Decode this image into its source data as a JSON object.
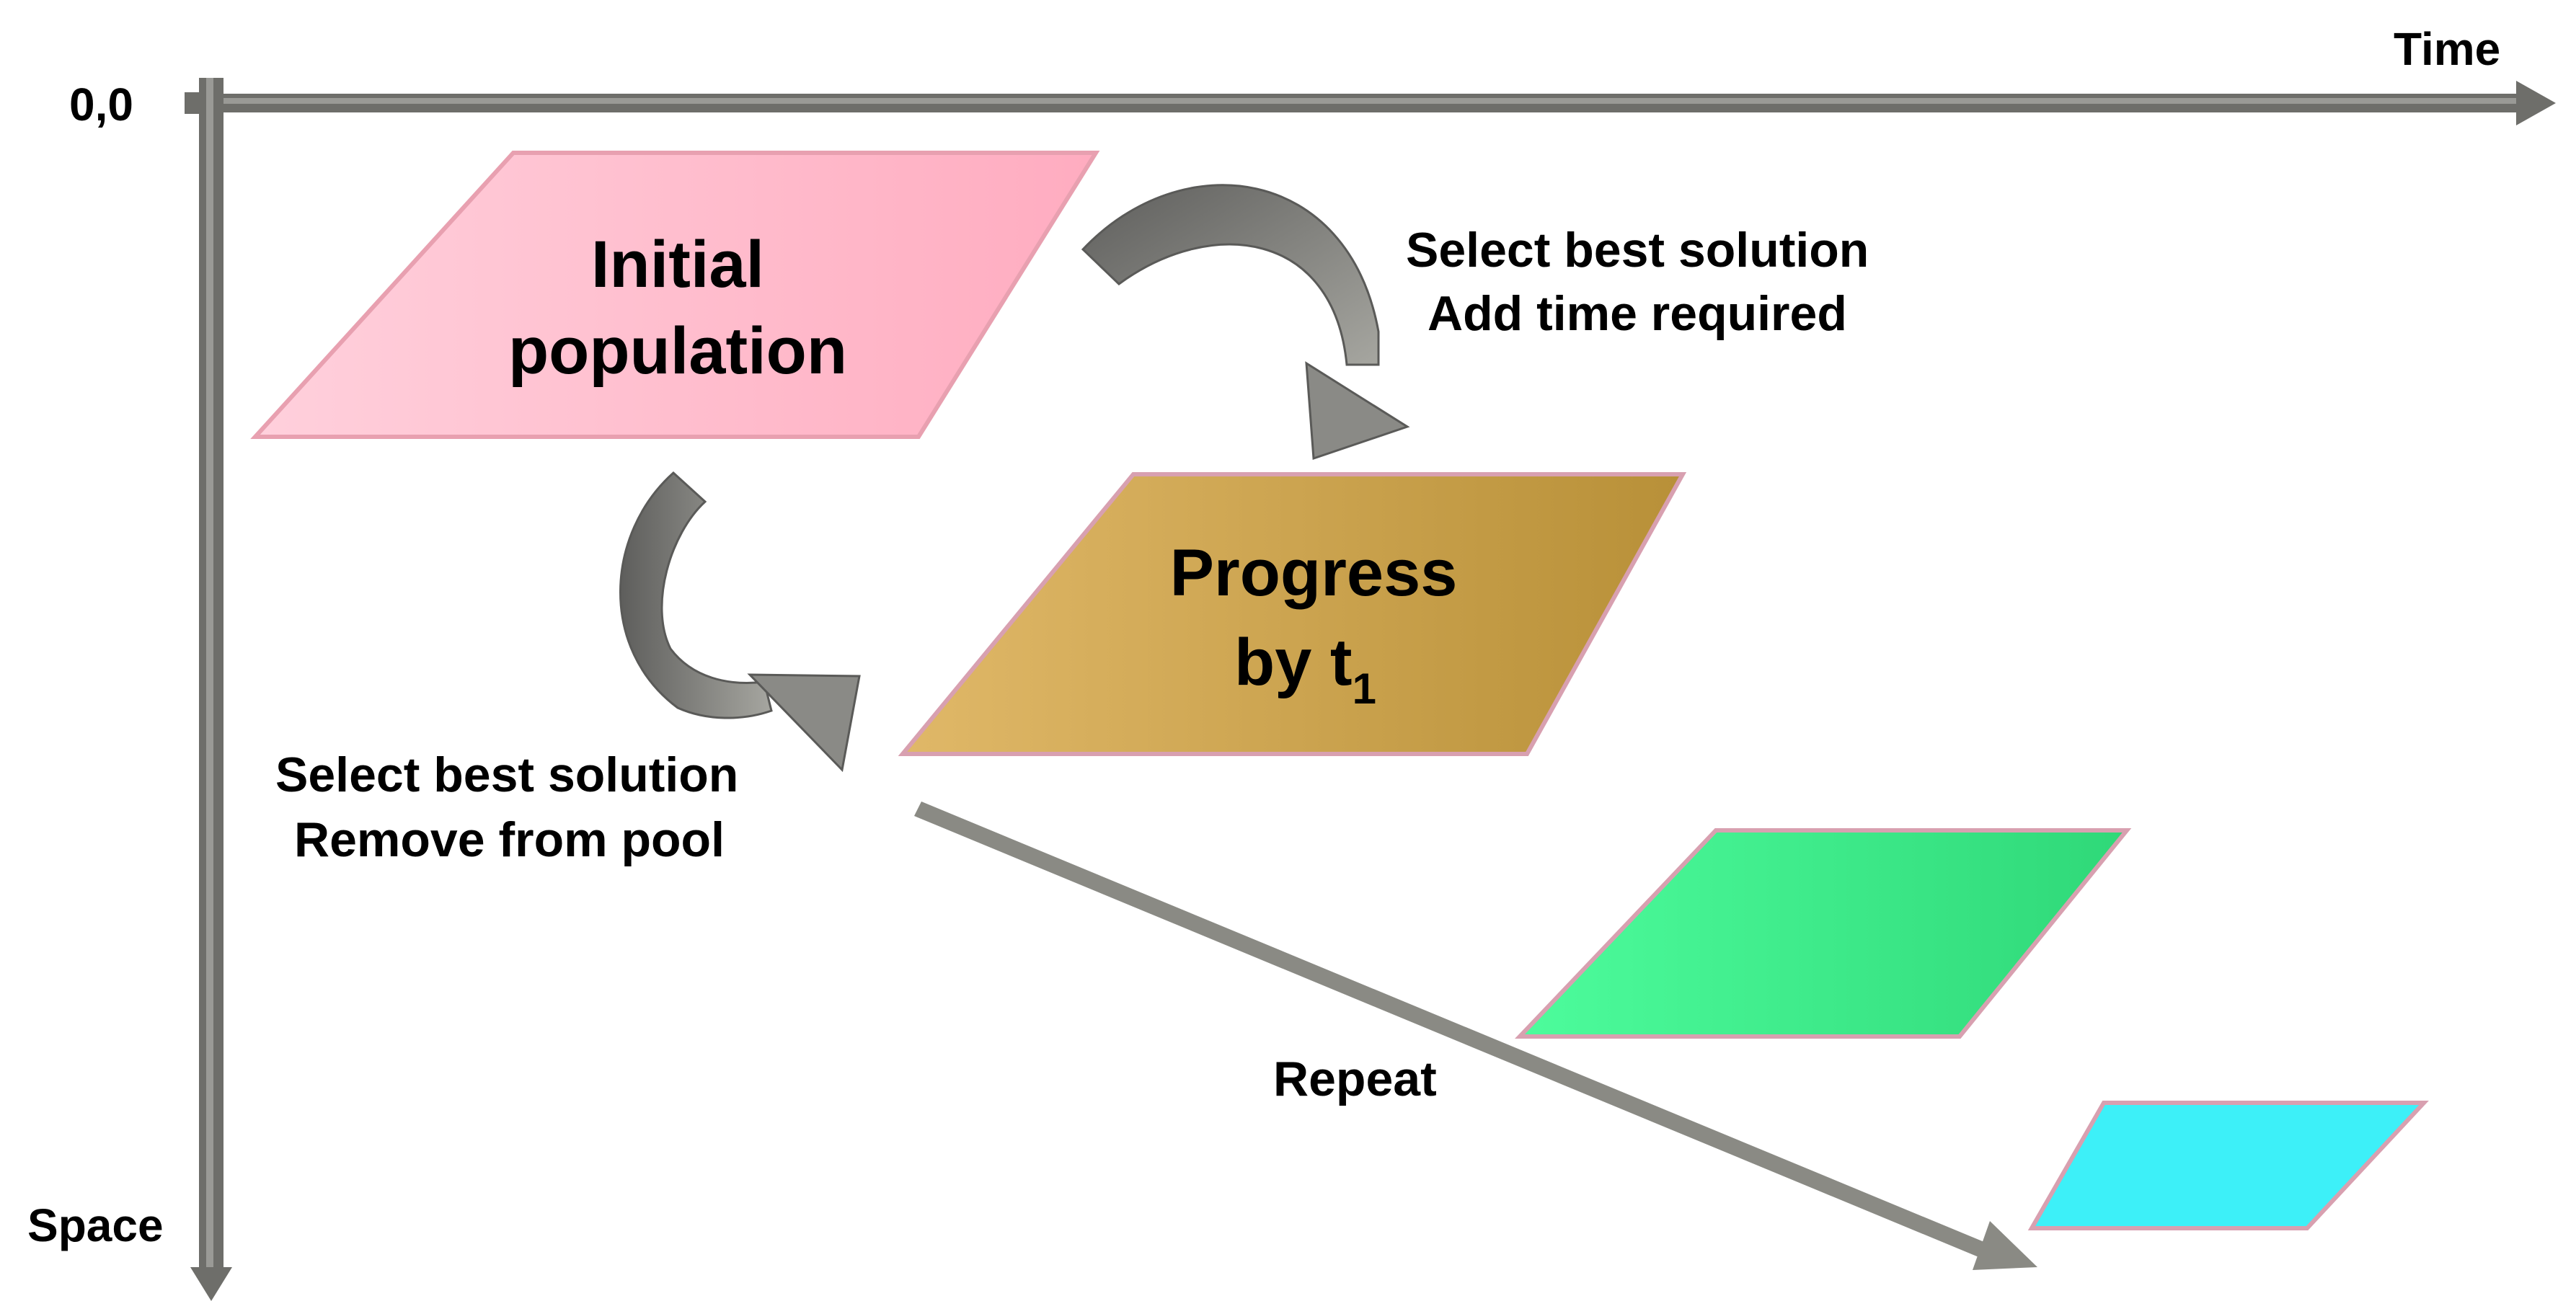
{
  "axes": {
    "origin_label": "0,0",
    "x_label": "Time",
    "y_label": "Space"
  },
  "shapes": {
    "initial": {
      "line1": "Initial",
      "line2": "population",
      "fill_start": "#ffd0dc",
      "fill_end": "#ffacc0",
      "stroke": "#e8a0b0"
    },
    "progress": {
      "line1": "Progress",
      "line2": "by t",
      "subscript": "1",
      "fill_start": "#e0b868",
      "fill_end": "#b89038",
      "stroke": "#d8a0b0"
    },
    "green": {
      "fill_start": "#4dfc9c",
      "fill_end": "#2fd878",
      "stroke": "#d8a0b0"
    },
    "cyan": {
      "fill": "#3df0f8",
      "stroke": "#d8a0b0"
    }
  },
  "annotations": {
    "top_right": {
      "line1": "Select best solution",
      "line2": "Add time required"
    },
    "bottom_left": {
      "line1": "Select best solution",
      "line2": "Remove from pool"
    },
    "repeat": "Repeat"
  },
  "colors": {
    "axis": "#6e6e6a",
    "arrow_dark": "#6a6a68",
    "arrow_light": "#9a9a94",
    "repeat_arrow": "#8a8a84"
  }
}
